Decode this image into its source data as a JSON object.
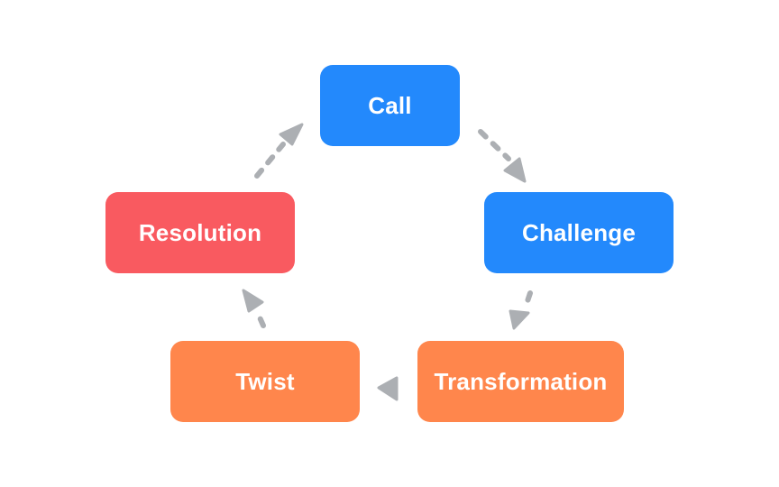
{
  "colors": {
    "blue": "#2389fc",
    "orange": "#ff864c",
    "red": "#f95a60",
    "arrow": "#acafb3"
  },
  "nodes": {
    "call": {
      "label": "Call",
      "color": "#2389fc"
    },
    "challenge": {
      "label": "Challenge",
      "color": "#2389fc"
    },
    "transformation": {
      "label": "Transformation",
      "color": "#ff864c"
    },
    "twist": {
      "label": "Twist",
      "color": "#ff864c"
    },
    "resolution": {
      "label": "Resolution",
      "color": "#f95a60"
    }
  },
  "edges": [
    {
      "from": "Call",
      "to": "Challenge"
    },
    {
      "from": "Challenge",
      "to": "Transformation"
    },
    {
      "from": "Transformation",
      "to": "Twist"
    },
    {
      "from": "Twist",
      "to": "Resolution"
    },
    {
      "from": "Resolution",
      "to": "Call"
    }
  ]
}
